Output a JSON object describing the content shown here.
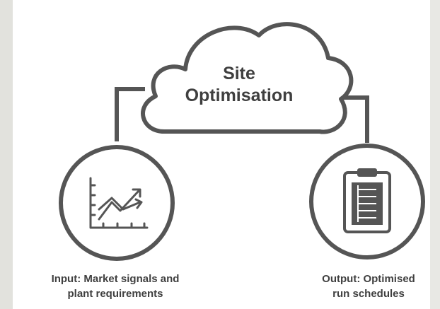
{
  "colors": {
    "stroke": "#555555",
    "text": "#3f3f3f",
    "background": "#ffffff",
    "side_strip": "#e2e2dd"
  },
  "cloud": {
    "label_line1": "Site",
    "label_line2": "Optimisation"
  },
  "input": {
    "icon": "chart-trend-icon",
    "caption_line1": "Input: Market signals and",
    "caption_line2": "plant requirements"
  },
  "output": {
    "icon": "clipboard-list-icon",
    "caption_line1": "Output: Optimised",
    "caption_line2": "run schedules"
  }
}
